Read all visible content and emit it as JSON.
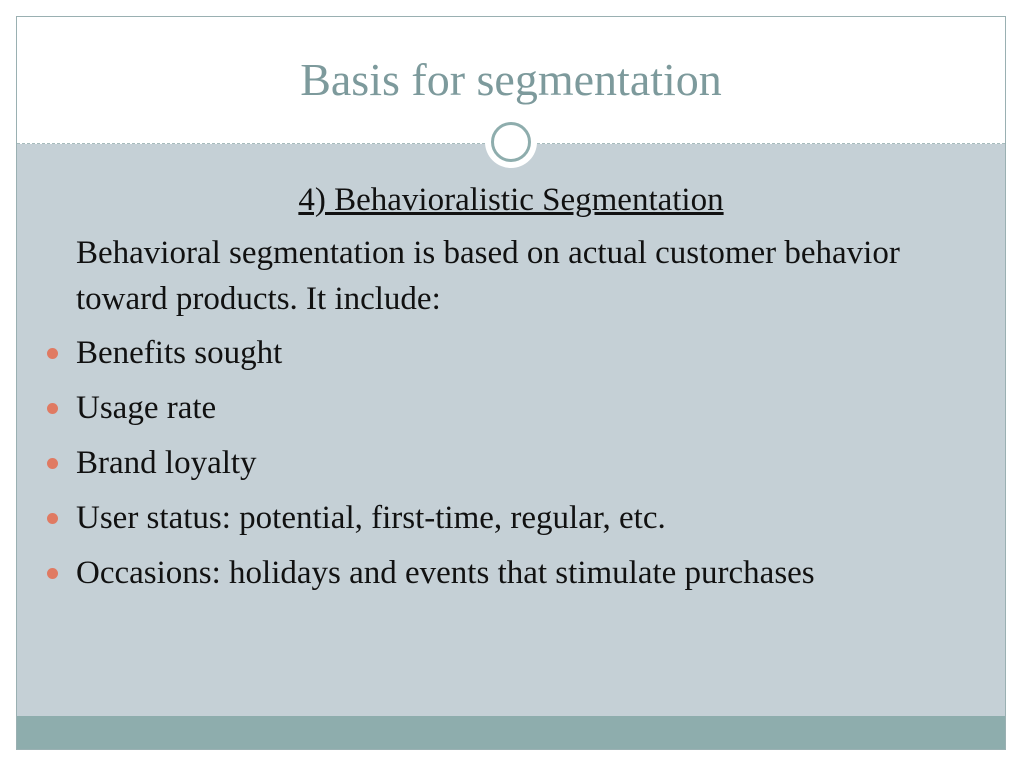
{
  "slide": {
    "title": "Basis for segmentation",
    "subheading": "4) Behavioralistic Segmentation",
    "intro": "Behavioral segmentation is based on actual customer behavior toward products.  It include:",
    "bullets": [
      "Benefits sought",
      "Usage rate",
      "Brand loyalty",
      "User status: potential, first-time, regular, etc.",
      "Occasions: holidays and events that stimulate purchases"
    ]
  },
  "colors": {
    "title": "#7d9a9c",
    "body_background": "#c5d0d6",
    "footer_bar": "#8eadad",
    "bullet": "#e07a62"
  },
  "icons": {
    "ornament": "circle-ring-icon",
    "bullet": "bullet-dot-icon"
  }
}
